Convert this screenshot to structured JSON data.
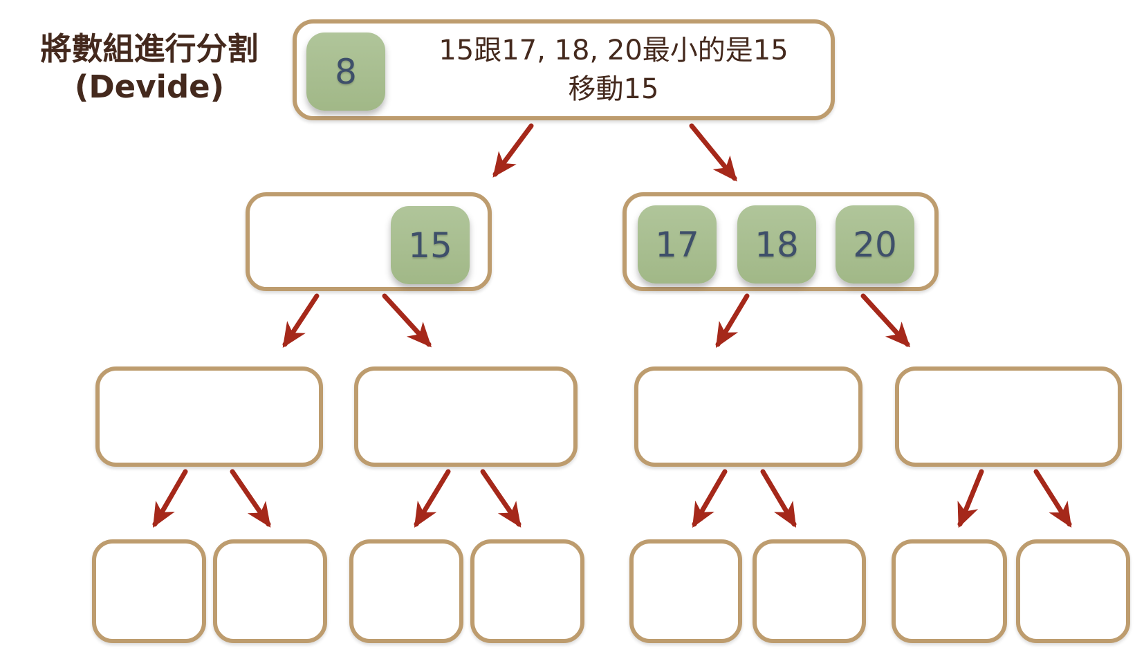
{
  "title": {
    "line1": "將數組進行分割",
    "line2": "(Devide)"
  },
  "root_box": {
    "tile": "8",
    "note_line1": "15跟17, 18, 20最小的是15",
    "note_line2": "移動15"
  },
  "level2": {
    "left_box": {
      "tiles": [
        "15"
      ]
    },
    "right_box": {
      "tiles": [
        "17",
        "18",
        "20"
      ]
    }
  },
  "level3_boxes": [
    "",
    "",
    "",
    ""
  ],
  "level4_boxes": [
    "",
    "",
    "",
    "",
    "",
    "",
    "",
    ""
  ],
  "colors": {
    "box_border": "#bd9c6e",
    "arrow_red": "#a5281a",
    "tile_green": "#a9bf92",
    "tile_number": "#3e4f6a",
    "text_brown": "#44291d"
  }
}
